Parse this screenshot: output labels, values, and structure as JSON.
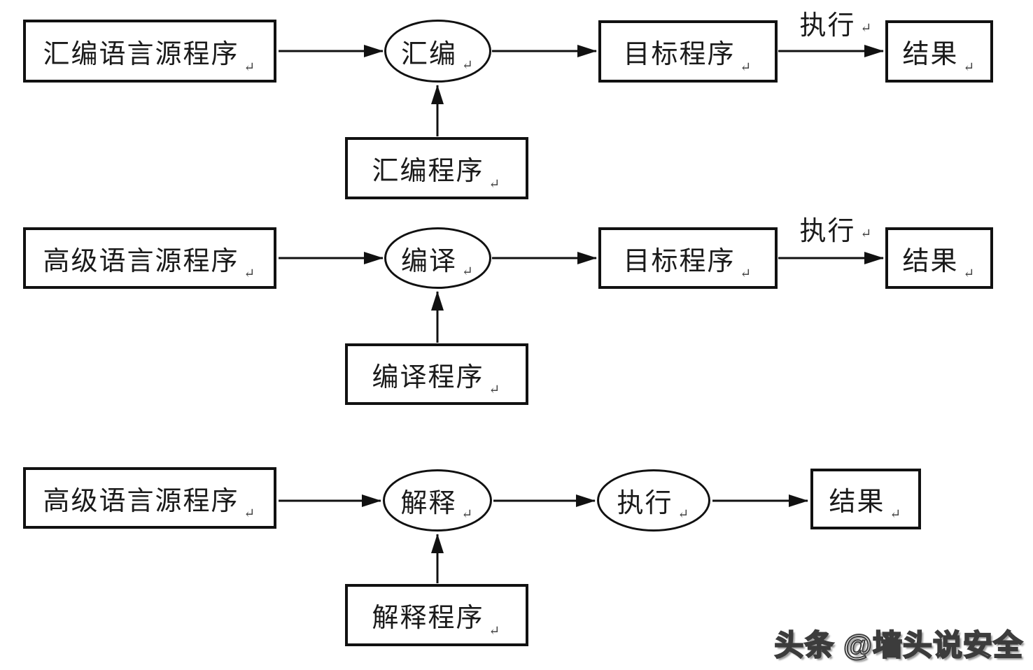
{
  "diagram": {
    "return_mark": "↵",
    "rows": [
      {
        "source": "汇编语言源程序",
        "process": "汇编",
        "target": "目标程序",
        "edge_label": "执行",
        "result": "结果",
        "program": "汇编程序"
      },
      {
        "source": "高级语言源程序",
        "process": "编译",
        "target": "目标程序",
        "edge_label": "执行",
        "result": "结果",
        "program": "编译程序"
      },
      {
        "source": "高级语言源程序",
        "process": "解释",
        "execute": "执行",
        "result": "结果",
        "program": "解释程序"
      }
    ],
    "watermark": "头条 @墙头说安全"
  },
  "colors": {
    "stroke": "#111111",
    "background": "#ffffff",
    "text": "#1a1a1a"
  }
}
